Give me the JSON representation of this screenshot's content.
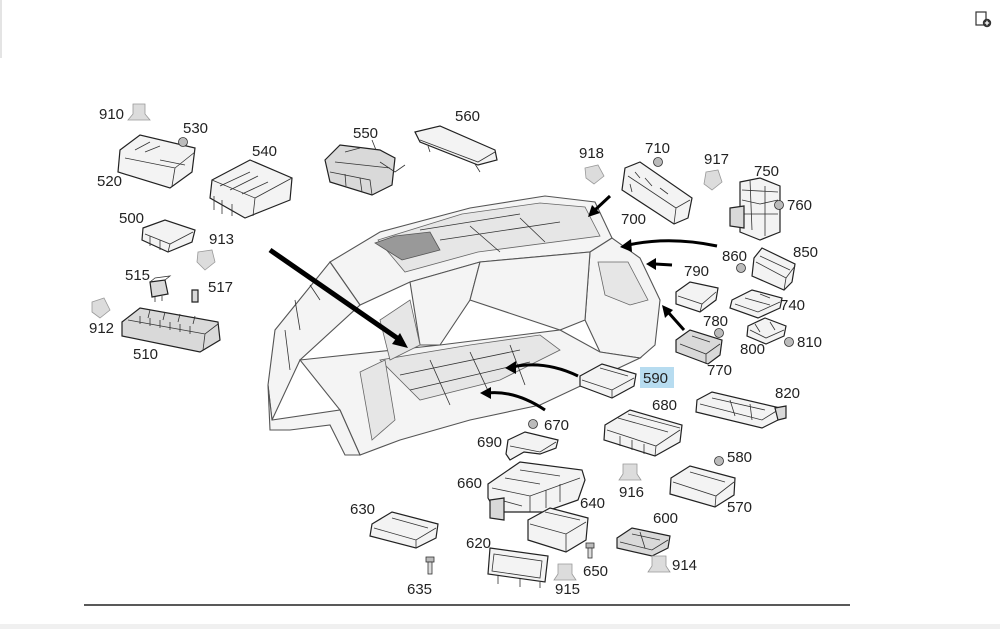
{
  "labels": {
    "l910": "910",
    "l530": "530",
    "l520": "520",
    "l540": "540",
    "l550": "550",
    "l560": "560",
    "l500": "500",
    "l913": "913",
    "l515": "515",
    "l517": "517",
    "l912": "912",
    "l510": "510",
    "l918": "918",
    "l710": "710",
    "l700": "700",
    "l917": "917",
    "l750": "750",
    "l760": "760",
    "l860": "860",
    "l850": "850",
    "l790": "790",
    "l740": "740",
    "l780": "780",
    "l800": "800",
    "l810": "810",
    "l770": "770",
    "l590": "590",
    "l680": "680",
    "l820": "820",
    "l670": "670",
    "l690": "690",
    "l660": "660",
    "l916": "916",
    "l580": "580",
    "l570": "570",
    "l640": "640",
    "l600": "600",
    "l630": "630",
    "l620": "620",
    "l650": "650",
    "l914": "914",
    "l635": "635",
    "l915": "915"
  },
  "highlight": {
    "label": "590",
    "color": "#b7dcf0"
  },
  "icons": {
    "corner": "add-document-icon"
  }
}
